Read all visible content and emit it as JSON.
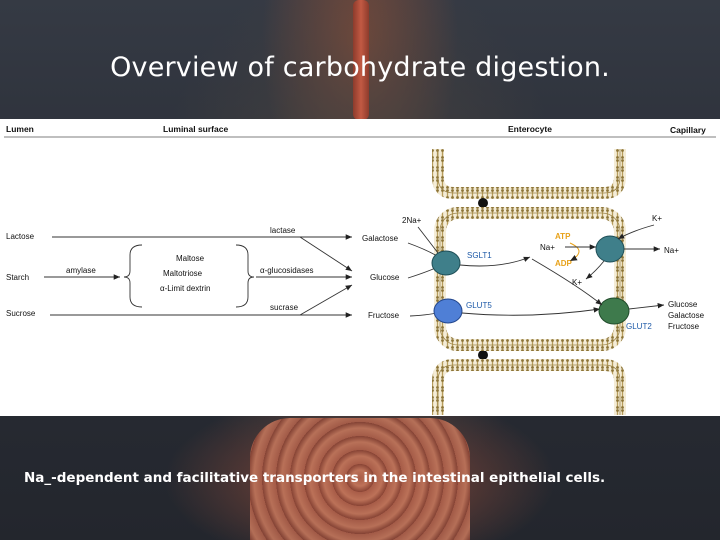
{
  "slide": {
    "title": "Overview of carbohydrate digestion.",
    "caption": "Na_-dependent and facilitative transporters in the intestinal epithelial cells."
  },
  "diagram": {
    "headers": {
      "lumen": "Lumen",
      "luminal_surface": "Luminal surface",
      "enterocyte": "Enterocyte",
      "capillary": "Capillary"
    },
    "lumen_sugars": [
      "Lactose",
      "Starch",
      "Sucrose"
    ],
    "enzymes": {
      "amylase": "amylase",
      "lactase": "lactase",
      "glucosidases": "α-glucosidases",
      "sucrase": "sucrase"
    },
    "intermediates": [
      "Maltose",
      "Maltotriose",
      "α-Limit dextrin"
    ],
    "monosaccharides": [
      "Galactose",
      "Glucose",
      "Fructose"
    ],
    "transporters": {
      "sglt1": "SGLT1",
      "glut5": "GLUT5",
      "glut2": "GLUT2"
    },
    "ions": {
      "two_na": "2Na+",
      "na_in": "Na+",
      "na_out": "Na+",
      "k_out": "K+",
      "k_in": "K+",
      "atp": "ATP",
      "adp": "ADP"
    },
    "capillary_outputs": [
      "Glucose",
      "Galactose",
      "Fructose"
    ],
    "colors": {
      "atp": "#e8a21a",
      "transporter_teal": "#3f7f8a",
      "transporter_blue": "#4f7fd6",
      "transporter_green": "#3e7a4c",
      "membrane": "#d8c9a0"
    }
  }
}
